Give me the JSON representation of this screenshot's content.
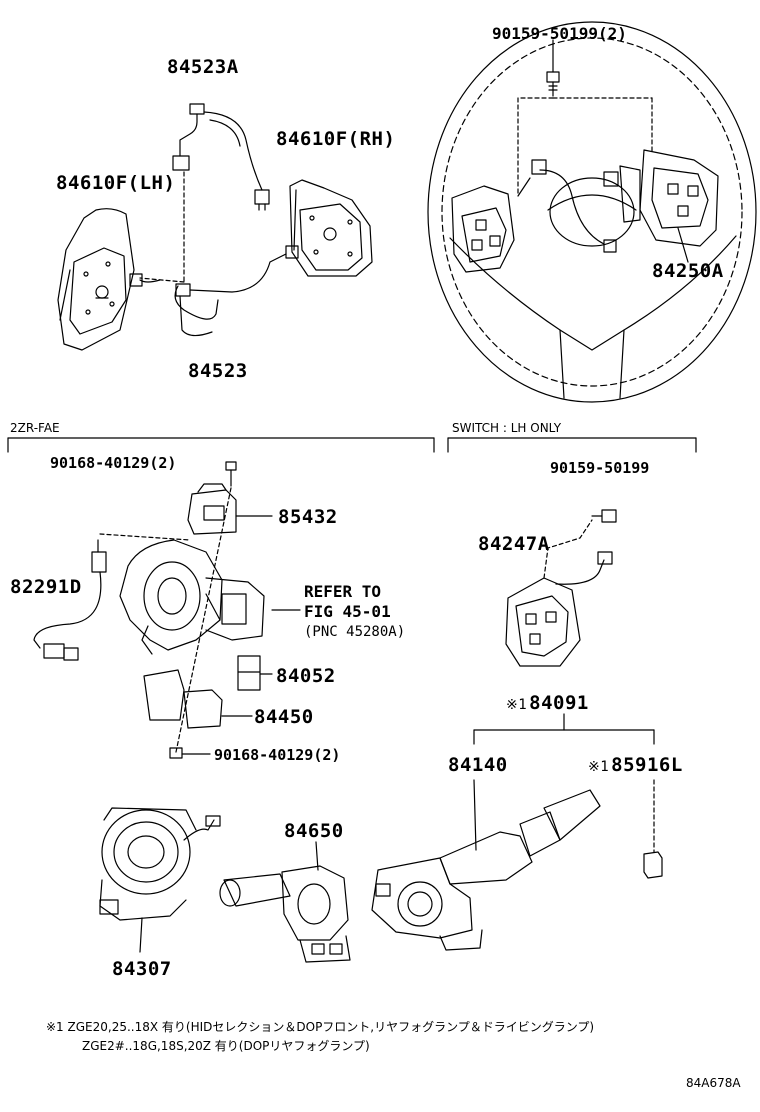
{
  "labels": {
    "p84523A": "84523A",
    "p84610F_LH": "84610F(LH)",
    "p84610F_RH": "84610F(RH)",
    "p84523": "84523",
    "p90159_50199_2": "90159-50199(2)",
    "p84250A": "84250A",
    "p90168_40129_2_top": "90168-40129(2)",
    "p85432": "85432",
    "p82291D": "82291D",
    "p84052": "84052",
    "p84450": "84450",
    "p90168_40129_2_bottom": "90168-40129(2)",
    "p90159_50199": "90159-50199",
    "p84247A": "84247A",
    "p84091": "84091",
    "p84140": "84140",
    "p85916L": "85916L",
    "p84650": "84650",
    "p84307": "84307"
  },
  "marks": {
    "note_mark_84091": "※1",
    "note_mark_85916L": "※1"
  },
  "sections": {
    "left": "2ZR-FAE",
    "right": "SWITCH : LH ONLY"
  },
  "refer": {
    "line1": "REFER TO",
    "line2": "FIG 45-01",
    "line3": "(PNC 45280A)"
  },
  "footnote": {
    "line1": "※1  ZGE20,25..18X 有り(HIDセレクション＆DOPフロント,リヤフォグランプ＆ドライビングランプ)",
    "line2": "ZGE2#..18G,18S,20Z 有り(DOPリヤフォグランプ)"
  },
  "figure_code": "84A678A",
  "colors": {
    "line": "#000000",
    "background": "#ffffff"
  }
}
